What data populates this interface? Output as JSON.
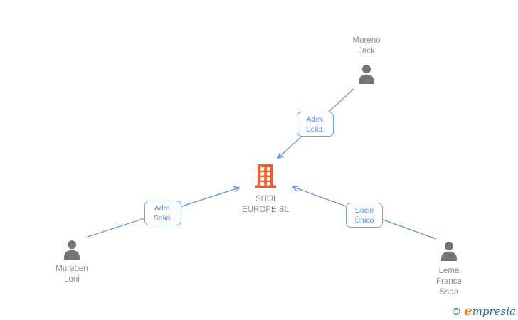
{
  "company": {
    "line1": "SHOI",
    "line2": "EUROPE SL"
  },
  "persons": {
    "moreno": {
      "line1": "Moreno",
      "line2": "Jack"
    },
    "muraben": {
      "line1": "Muraben",
      "line2": "Loni"
    },
    "lema": {
      "line1": "Lema",
      "line2": "France",
      "line3": "Sspa"
    }
  },
  "edge_labels": {
    "moreno_company": {
      "line1": "Adm.",
      "line2": "Solid."
    },
    "muraben_company": {
      "line1": "Adm.",
      "line2": "Solid."
    },
    "lema_company": {
      "line1": "Socio",
      "line2": "Único"
    }
  },
  "colors": {
    "edge_blue": "#5e92e0",
    "edge_label_border_blue": "#70a1eb",
    "edge_label_text_blue": "#4e86e8",
    "person_icon_gray": "#757575",
    "node_text_gray": "#8c8c8c",
    "building_orange": "#f25b2c",
    "logo_teal": "#256e80",
    "logo_orange": "#ef7d1a"
  },
  "footer": {
    "copyright_symbol": "©",
    "brand_first_letter": "e",
    "brand_rest": "mpresia"
  }
}
